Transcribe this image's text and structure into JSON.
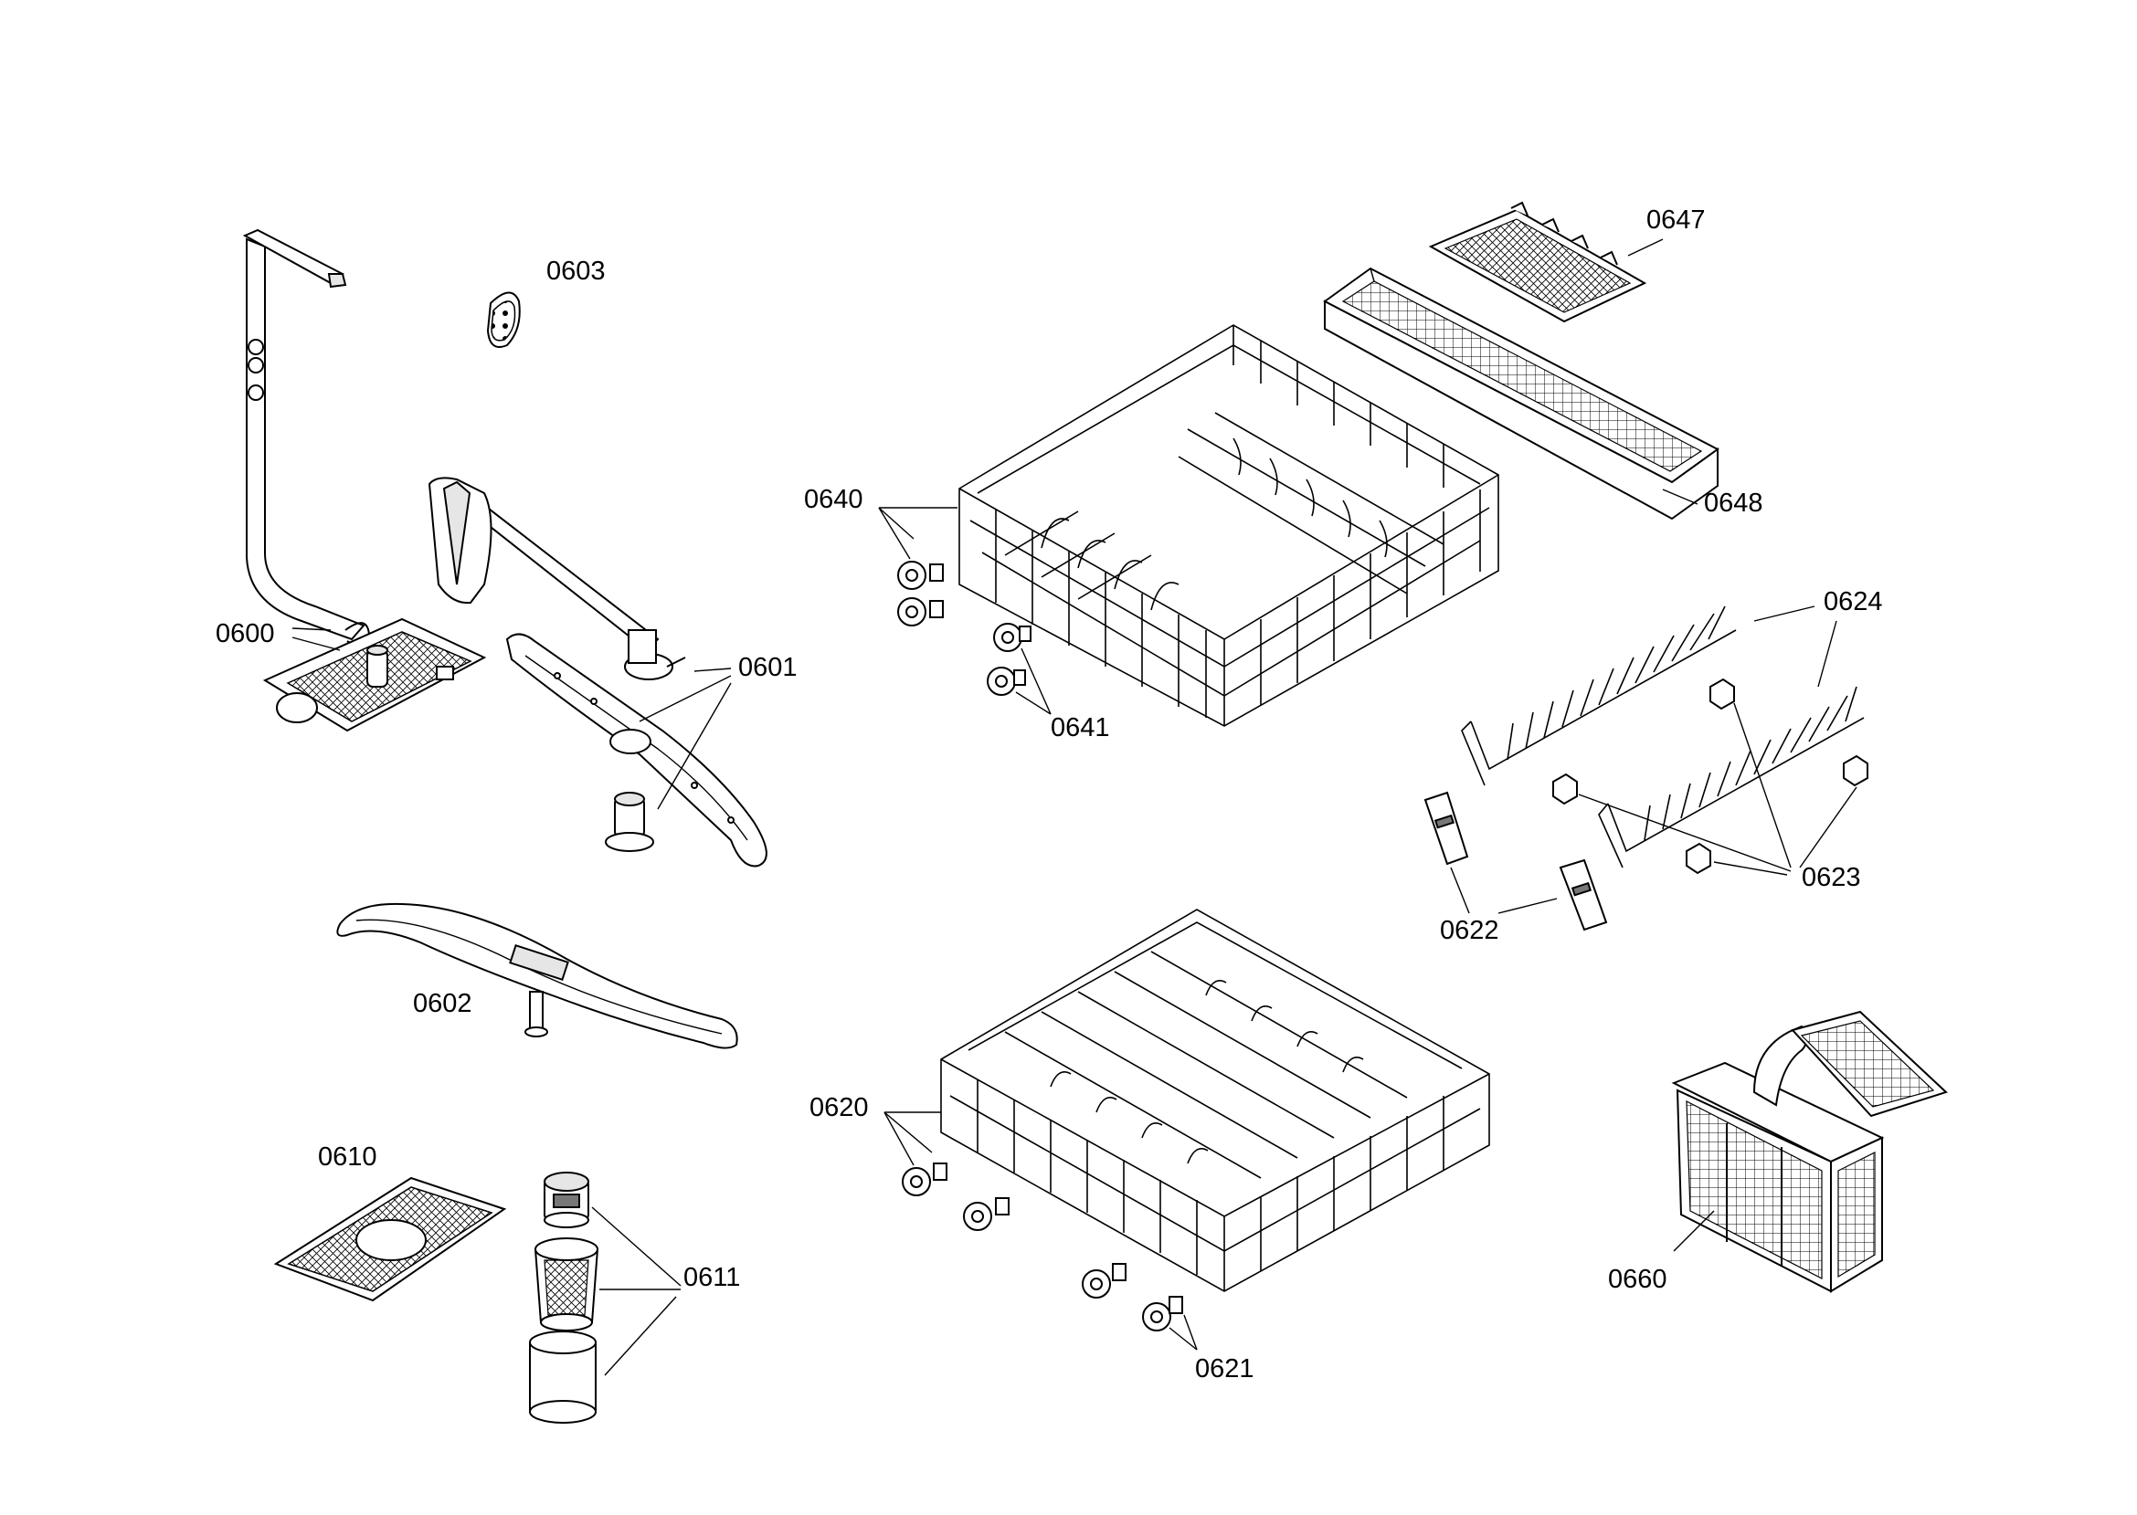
{
  "labels": {
    "p0600": "0600",
    "p0601": "0601",
    "p0602": "0602",
    "p0603": "0603",
    "p0610": "0610",
    "p0611": "0611",
    "p0620": "0620",
    "p0621": "0621",
    "p0622": "0622",
    "p0623": "0623",
    "p0624": "0624",
    "p0640": "0640",
    "p0641": "0641",
    "p0647": "0647",
    "p0648": "0648",
    "p0660": "0660"
  }
}
